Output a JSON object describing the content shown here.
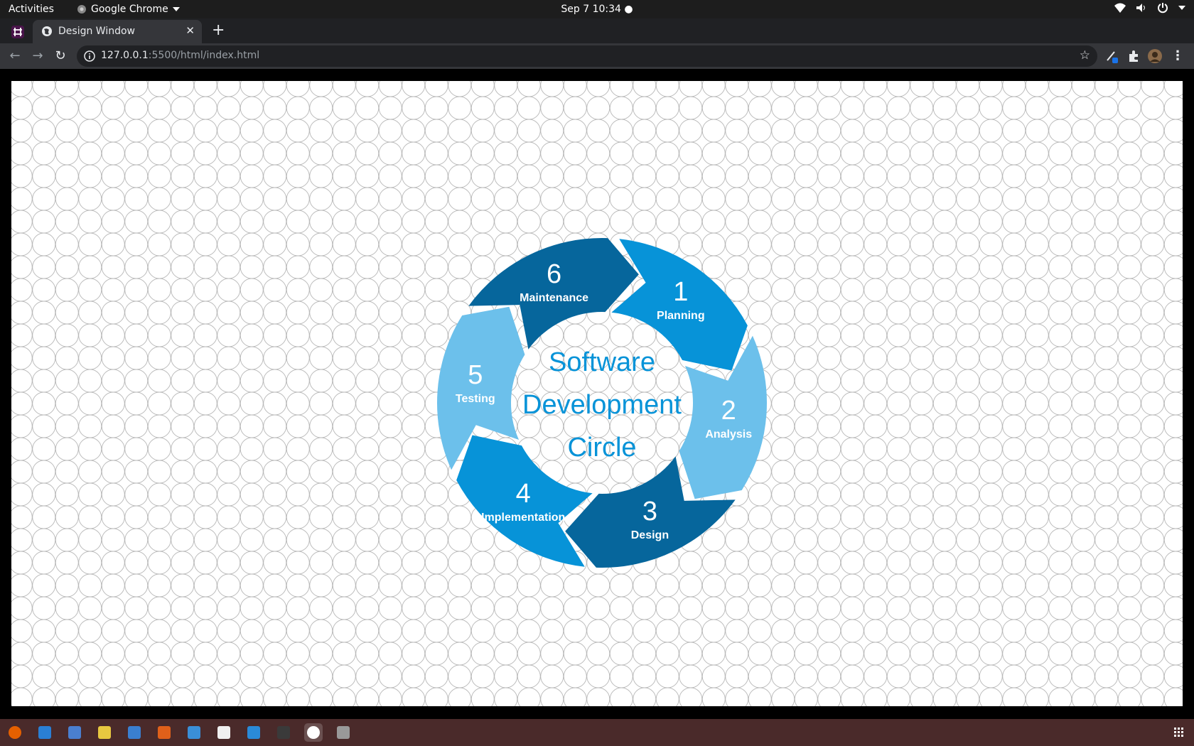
{
  "topbar": {
    "activities": "Activities",
    "app_name": "Google Chrome",
    "datetime": "Sep 7  10:34"
  },
  "browser": {
    "tab_title": "Design Window",
    "url_host": "127.0.0.1",
    "url_path": ":5500/html/index.html"
  },
  "diagram": {
    "center_title_lines": [
      "Software",
      "Development",
      "Circle"
    ],
    "segments": [
      {
        "number": "1",
        "label": "Planning",
        "color": "#0793d8"
      },
      {
        "number": "2",
        "label": "Analysis",
        "color": "#6cc0eb"
      },
      {
        "number": "3",
        "label": "Design",
        "color": "#06669c"
      },
      {
        "number": "4",
        "label": "Implementation",
        "color": "#0793d8"
      },
      {
        "number": "5",
        "label": "Testing",
        "color": "#6cc0eb"
      },
      {
        "number": "6",
        "label": "Maintenance",
        "color": "#06669c"
      }
    ],
    "title_color": "#0793d8"
  },
  "dock": {
    "apps": [
      "firefox-icon",
      "thunderbird-icon",
      "files-icon",
      "rhythmbox-icon",
      "writer-icon",
      "software-center-icon",
      "help-icon",
      "amazon-icon",
      "vscode-icon",
      "terminal-icon",
      "chrome-icon",
      "usb-drive-icon"
    ]
  }
}
